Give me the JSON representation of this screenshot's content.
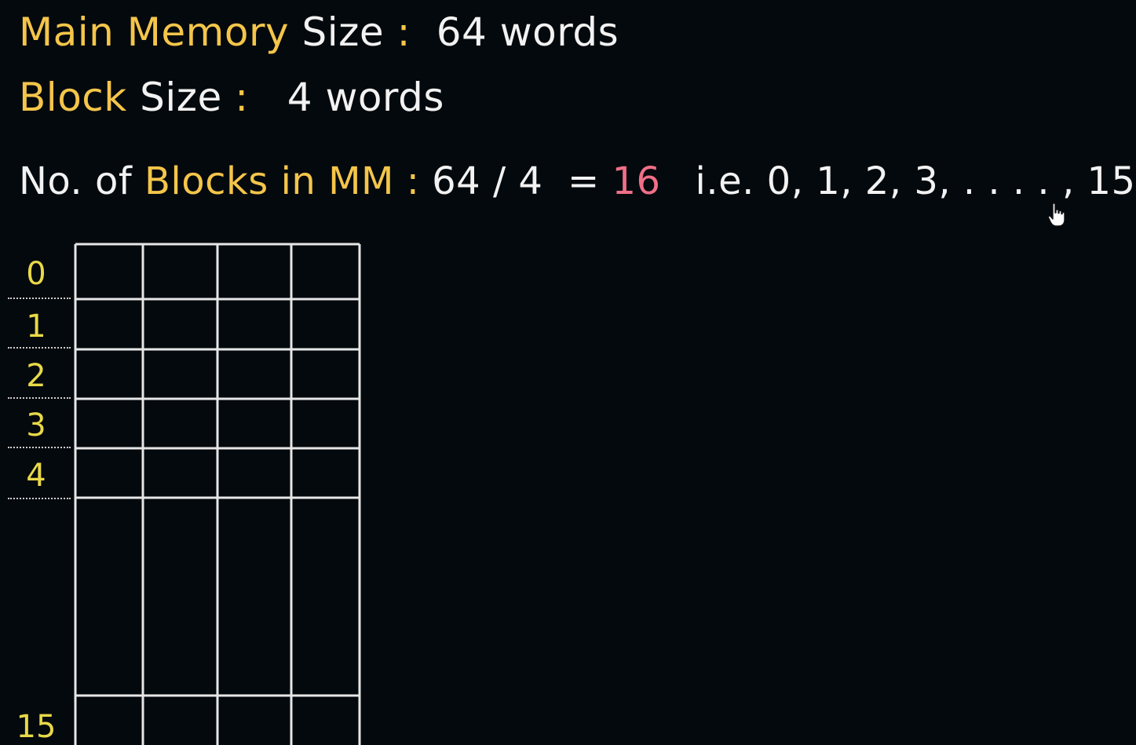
{
  "main_memory": {
    "label_part1": "Main Memory",
    "label_part2": "Size",
    "colon": ":",
    "value": "64 words"
  },
  "block_size": {
    "label_part1": "Block",
    "label_part2": "Size",
    "colon": ":",
    "value": "4 words"
  },
  "num_blocks": {
    "prefix": "No. of",
    "highlight": "Blocks in MM",
    "colon": ":",
    "expression": "64 / 4  =",
    "result": "16",
    "enumeration": "i.e. 0, 1, 2, 3, . . . . , 15"
  },
  "memory_diagram": {
    "words_per_block": 4,
    "block_labels": [
      "0",
      "1",
      "2",
      "3",
      "4",
      "15"
    ]
  },
  "colors": {
    "background": "#04090d",
    "label_yellow": "#f4c54a",
    "text_white": "#f2f2f2",
    "result_pink": "#ef6f87",
    "block_number_yellow": "#e9d948",
    "grid_line": "#e6e6e6"
  },
  "icons": {
    "cursor": "hand-pointer-icon"
  }
}
